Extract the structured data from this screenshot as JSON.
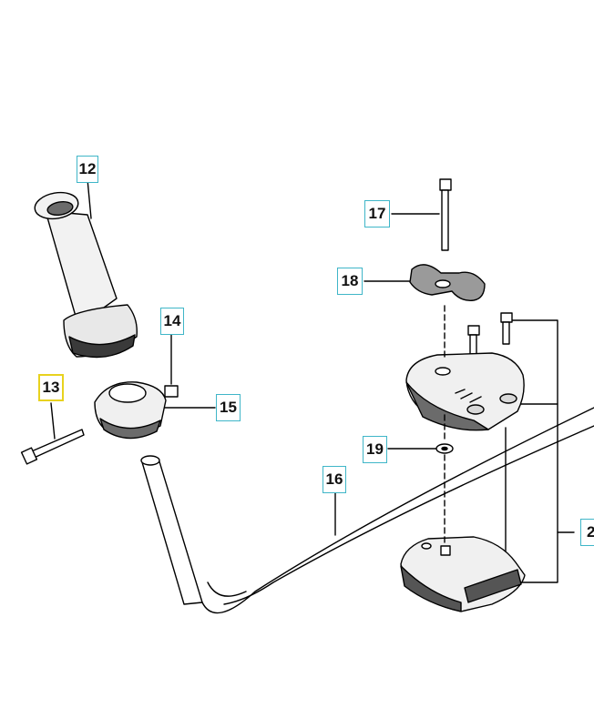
{
  "diagram": {
    "callouts": [
      {
        "id": "12",
        "label": "12",
        "highlighted": false
      },
      {
        "id": "13",
        "label": "13",
        "highlighted": true
      },
      {
        "id": "14",
        "label": "14",
        "highlighted": false
      },
      {
        "id": "15",
        "label": "15",
        "highlighted": false
      },
      {
        "id": "16",
        "label": "16",
        "highlighted": false
      },
      {
        "id": "17",
        "label": "17",
        "highlighted": false
      },
      {
        "id": "18",
        "label": "18",
        "highlighted": false
      },
      {
        "id": "19",
        "label": "19",
        "highlighted": false
      },
      {
        "id": "2",
        "label": "2",
        "highlighted": false
      }
    ],
    "colors": {
      "callout_border": "#3fb6c8",
      "highlight_border": "#e8d21e",
      "line": "#000000",
      "part_fill": "#f2f2f2",
      "part_shade": "#6b6b6b"
    }
  }
}
